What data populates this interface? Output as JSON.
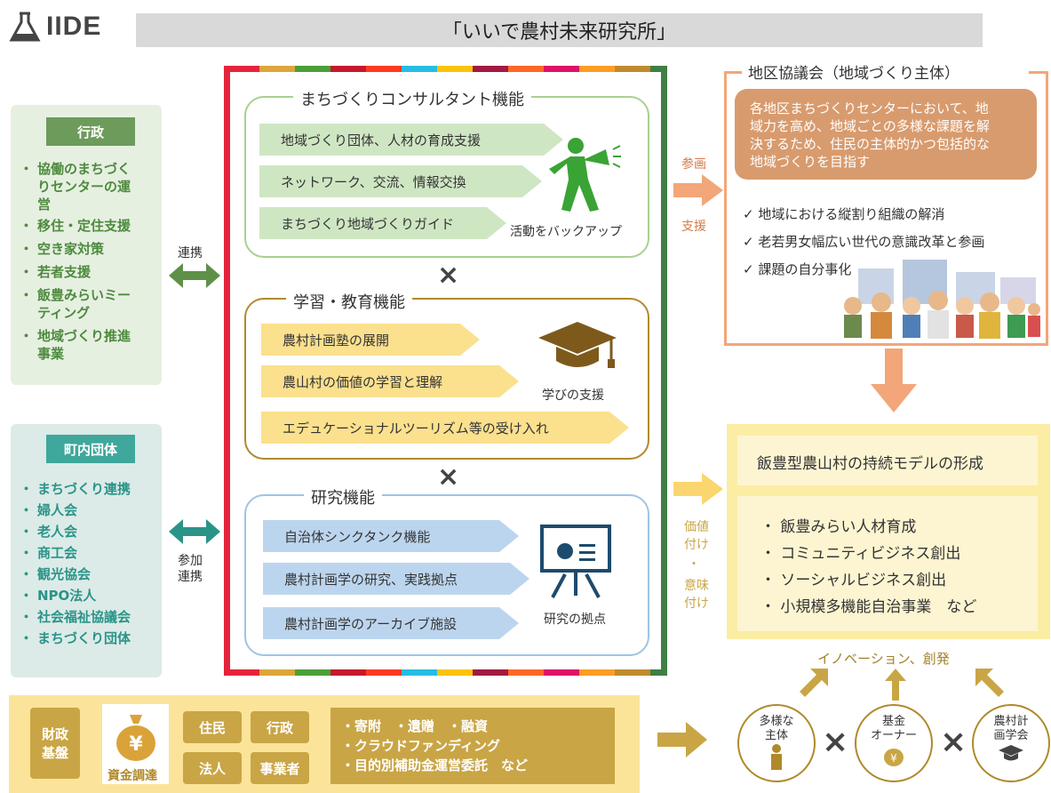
{
  "header": {
    "logo_text": "IIDE",
    "title": "「いいで農村未来研究所」"
  },
  "gyosei": {
    "title": "行政",
    "items": [
      "協働のまちづく",
      "りセンターの運",
      "営",
      "移住・定住支援",
      "空き家対策",
      "若者支援",
      "飯豊みらいミー",
      "ティング",
      "地域づくり推進",
      "事業"
    ]
  },
  "chonai": {
    "title": "町内団体",
    "items": [
      "まちづくり連携",
      "婦人会",
      "老人会",
      "商工会",
      "観光協会",
      "NPO法人",
      "社会福祉協議会",
      "まちづくり団体"
    ]
  },
  "arrows_left": {
    "renkei": "連携",
    "sanka": "参加",
    "renkei2": "連携"
  },
  "consultant": {
    "title": "まちづくりコンサルタント機能",
    "items": [
      "地域づくり団体、人材の育成支援",
      "ネットワーク、交流、情報交換",
      "まちづくり地域づくりガイド"
    ],
    "caption": "活動をバックアップ"
  },
  "times": "×",
  "education": {
    "title": "学習・教育機能",
    "items": [
      "農村計画塾の展開",
      "農山村の価値の学習と理解",
      "エデュケーショナルツーリズム等の受け入れ"
    ],
    "caption": "学びの支援"
  },
  "research": {
    "title": "研究機能",
    "items": [
      "自治体シンクタンク機能",
      "農村計画学の研究、実践拠点",
      "農村計画学のアーカイブ施設"
    ],
    "caption": "研究の拠点"
  },
  "mid_labels": {
    "sankaku": "参画",
    "shien": "支援",
    "kachi1": "価値",
    "kachi2": "付け",
    "dot": "・",
    "imi1": "意味",
    "imi2": "付け"
  },
  "chiku": {
    "title": "地区協議会（地域づくり主体）",
    "desc": [
      "各地区まちづくりセンターにおいて、地",
      "域力を高め、地域ごとの多様な課題を解",
      "決するため、住民の主体的かつ包括的な",
      "地域づくりを目指す"
    ],
    "checks": [
      "✓ 地域における縦割り組織の解消",
      "✓ 老若男女幅広い世代の意識改革と参画",
      "✓ 課題の自分事化"
    ]
  },
  "model": {
    "title": "飯豊型農山村の持続モデルの形成",
    "items": [
      "飯豊みらい人材育成",
      "コミュニティビジネス創出",
      "ソーシャルビジネス創出",
      "小規模多機能自治事業　など"
    ]
  },
  "bottom": {
    "zaisei1": "財政",
    "zaisei2": "基盤",
    "shikin": "資金調達",
    "yen": "¥",
    "tags": [
      "住民",
      "行政",
      "法人",
      "事業者"
    ],
    "methods": [
      "・寄附　・遺贈　・融資",
      "・クラウドファンディング",
      "・目的別補助金運営委託　など"
    ]
  },
  "innovation": {
    "label": "イノベーション、創発",
    "c1": [
      "多様な",
      "主体"
    ],
    "c2": [
      "基金",
      "オーナー"
    ],
    "c3": [
      "農村計",
      "画学会"
    ],
    "times": "×"
  },
  "colors": {
    "green_head": "#6d9b5b",
    "teal_head": "#3fa79c",
    "consultant_chev": "#cfe6c3",
    "edu_chev": "#fbe08e",
    "research_chev": "#bcd5ee",
    "orange": "#f2a679",
    "gold": "#c9a545"
  }
}
